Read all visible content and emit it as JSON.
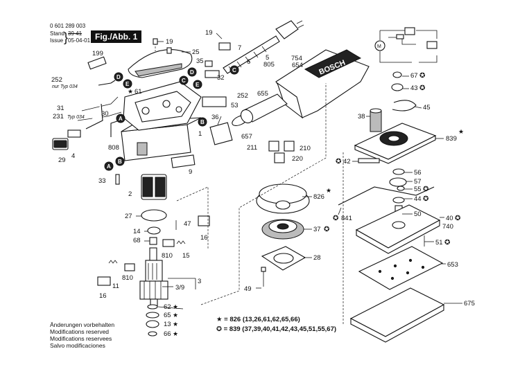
{
  "header": {
    "doc_number": "0 601 289 003",
    "stand_label": "Stand",
    "stand_value": "39 41",
    "issue_label": "Issue",
    "issue_value": "05-04-01",
    "fig_label": "Fig./Abb. 1",
    "stand_brace": "}"
  },
  "brand_label": "BOSCH",
  "ref_letters": [
    "A",
    "B",
    "C",
    "D",
    "E"
  ],
  "notes": [
    "Änderungen vorbehalten",
    "Modifications reserved",
    "Modifications reservees",
    "Salvo modificaciones"
  ],
  "legend": [
    {
      "symbol": "★",
      "eq": "= 826 (13,26,61,62,65,66)"
    },
    {
      "symbol": "✪",
      "eq": "= 839 (37,39,40,41,42,43,45,51,55,67)"
    }
  ],
  "parts": {
    "p199": "199",
    "p252a": "252",
    "p252a_note": "nur Typ 034",
    "p61": "61",
    "p31": "31",
    "p231": "231",
    "p231_note": "Typ 034",
    "p30": "30",
    "p4": "4",
    "p29": "29",
    "p808": "808",
    "p19a": "19",
    "p25": "25",
    "p19b": "19",
    "p7": "7",
    "p35": "35",
    "p6": "6",
    "p32": "32",
    "p805": "805",
    "p5": "5",
    "p754": "754",
    "p654": "654",
    "p655": "655",
    "p252b": "252",
    "p53": "53",
    "p36": "36",
    "p657": "657",
    "p1": "1",
    "p2": "2",
    "p9": "9",
    "p33": "33",
    "p27": "27",
    "p14": "14",
    "p68": "68",
    "p47": "47",
    "p16a": "16",
    "p810a": "810",
    "p15": "15",
    "p810b": "810",
    "p11": "11",
    "p16b": "16",
    "p3": "3",
    "p3_9": "3/9",
    "p62": "62",
    "p65": "65",
    "p13": "13",
    "p66": "66",
    "p211": "211",
    "p210": "210",
    "p220": "220",
    "p826": "826",
    "p37": "37",
    "p28": "28",
    "p49": "49",
    "p67": "67",
    "p43": "43",
    "p45": "45",
    "p38": "38",
    "p839": "839",
    "p42": "42",
    "p56": "56",
    "p57": "57",
    "p55": "55",
    "p44": "44",
    "p50": "50",
    "p841": "841",
    "p40": "40",
    "p740": "740",
    "p51": "51",
    "p653": "653",
    "p675": "675"
  }
}
